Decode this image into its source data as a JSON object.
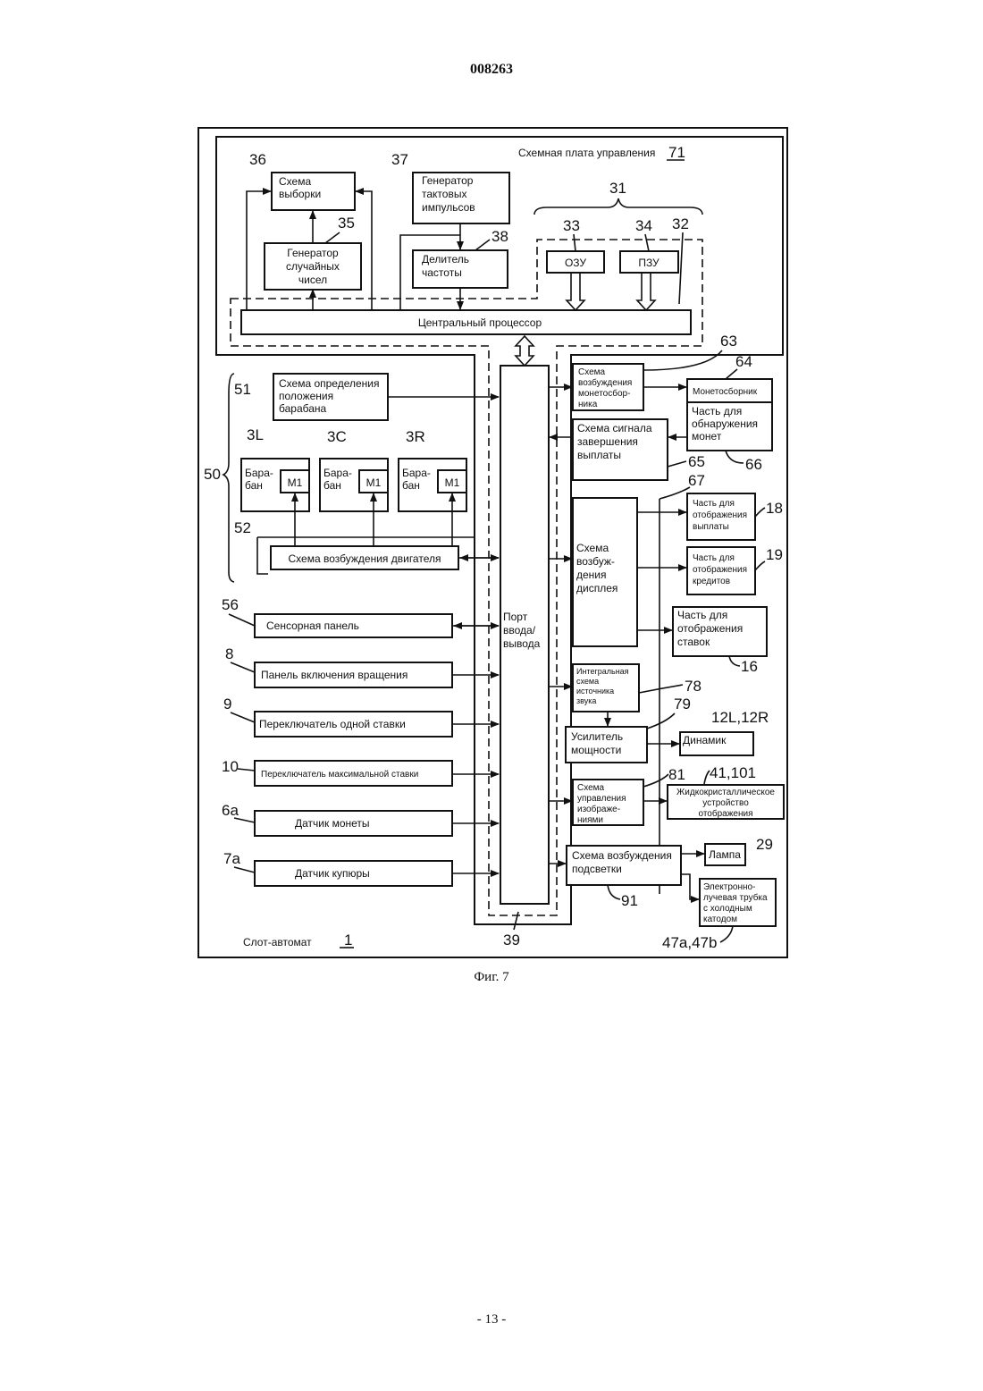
{
  "header": {
    "doc_number": "008263"
  },
  "footer": {
    "page": "- 13 -"
  },
  "figure": {
    "caption": "Фиг. 7",
    "machine": {
      "label": "Слот-автомат",
      "ref": "1"
    },
    "board": {
      "label": "Схемная плата управления",
      "ref": "71"
    },
    "blocks": {
      "sampling": {
        "ref": "36",
        "lines": [
          "Схема",
          "выборки"
        ]
      },
      "rng": {
        "ref": "35",
        "lines": [
          "Генератор",
          "случайных",
          "чисел"
        ]
      },
      "clock": {
        "ref": "37",
        "lines": [
          "Генератор",
          "тактовых",
          "импульсов"
        ]
      },
      "divider": {
        "ref": "38",
        "lines": [
          "Делитель",
          "частоты"
        ]
      },
      "ram": {
        "ref": "33",
        "label": "ОЗУ"
      },
      "rom": {
        "ref": "34",
        "label": "ПЗУ"
      },
      "memory_group_ref": "31",
      "cpu_group_ref": "32",
      "cpu": {
        "label": "Центральный процессор"
      },
      "io_port": {
        "ref": "39",
        "lines": [
          "Порт",
          "ввода/",
          "вывода"
        ]
      },
      "reel_position": {
        "ref": "51",
        "lines": [
          "Схема определения",
          "положения",
          "барабана"
        ]
      },
      "reel_group_ref": "50",
      "reel_l": {
        "ref": "3L",
        "lines": [
          "Бара-",
          "бан"
        ],
        "motor": "M1"
      },
      "reel_c": {
        "ref": "3C",
        "lines": [
          "Бара-",
          "бан"
        ],
        "motor": "M1"
      },
      "reel_r": {
        "ref": "3R",
        "lines": [
          "Бара-",
          "бан"
        ],
        "motor": "M1"
      },
      "motor_drive": {
        "ref": "52",
        "label": "Схема возбуждения двигателя"
      },
      "touch_panel": {
        "ref": "56",
        "label": "Сенсорная панель"
      },
      "spin_panel": {
        "ref": "8",
        "label": "Панель включения вращения"
      },
      "one_bet": {
        "ref": "9",
        "label": "Переключатель одной ставки"
      },
      "max_bet": {
        "ref": "10",
        "label": "Переключатель максимальной ставки"
      },
      "coin_sensor": {
        "ref": "6a",
        "label": "Датчик монеты"
      },
      "bill_sensor": {
        "ref": "7a",
        "label": "Датчик купюры"
      },
      "hopper_drive": {
        "ref": "63",
        "lines": [
          "Схема",
          "возбуждения",
          "монетосбор-",
          "ника"
        ]
      },
      "hopper": {
        "ref": "64",
        "label": "Монетосборник"
      },
      "coin_detect": {
        "ref": "66",
        "lines": [
          "Часть для",
          "обнаружения",
          "монет"
        ]
      },
      "payout_end": {
        "ref": "65",
        "lines": [
          "Схема сигнала",
          "завершения",
          "выплаты"
        ]
      },
      "display_drive": {
        "ref": "67",
        "lines": [
          "Схема",
          "возбуж-",
          "дения",
          "дисплея"
        ]
      },
      "payout_disp": {
        "ref": "18",
        "lines": [
          "Часть для",
          "отображения",
          "выплаты"
        ]
      },
      "credit_disp": {
        "ref": "19",
        "lines": [
          "Часть для",
          "отображения",
          "кредитов"
        ]
      },
      "bet_disp": {
        "ref": "16",
        "lines": [
          "Часть для",
          "отображения",
          "ставок"
        ]
      },
      "sound_ic": {
        "ref": "78",
        "lines": [
          "Интегральная",
          "схема",
          "источника",
          "звука"
        ]
      },
      "amplifier": {
        "ref": "79",
        "lines": [
          "Усилитель",
          "мощности"
        ]
      },
      "speaker": {
        "ref": "12L,12R",
        "label": "Динамик"
      },
      "image_ctrl": {
        "ref": "81",
        "lines": [
          "Схема",
          "управления",
          "изображе-",
          "ниями"
        ]
      },
      "lcd": {
        "ref": "41,101",
        "lines": [
          "Жидкокристаллическое",
          "устройство",
          "отображения"
        ]
      },
      "backlight_drive": {
        "ref": "91",
        "lines": [
          "Схема возбуждения",
          "подсветки"
        ]
      },
      "lamp": {
        "ref": "29",
        "label": "Лампа"
      },
      "ccfl": {
        "ref": "47a,47b",
        "lines": [
          "Электронно-",
          "лучевая трубка",
          "с холодным",
          "катодом"
        ]
      }
    }
  }
}
